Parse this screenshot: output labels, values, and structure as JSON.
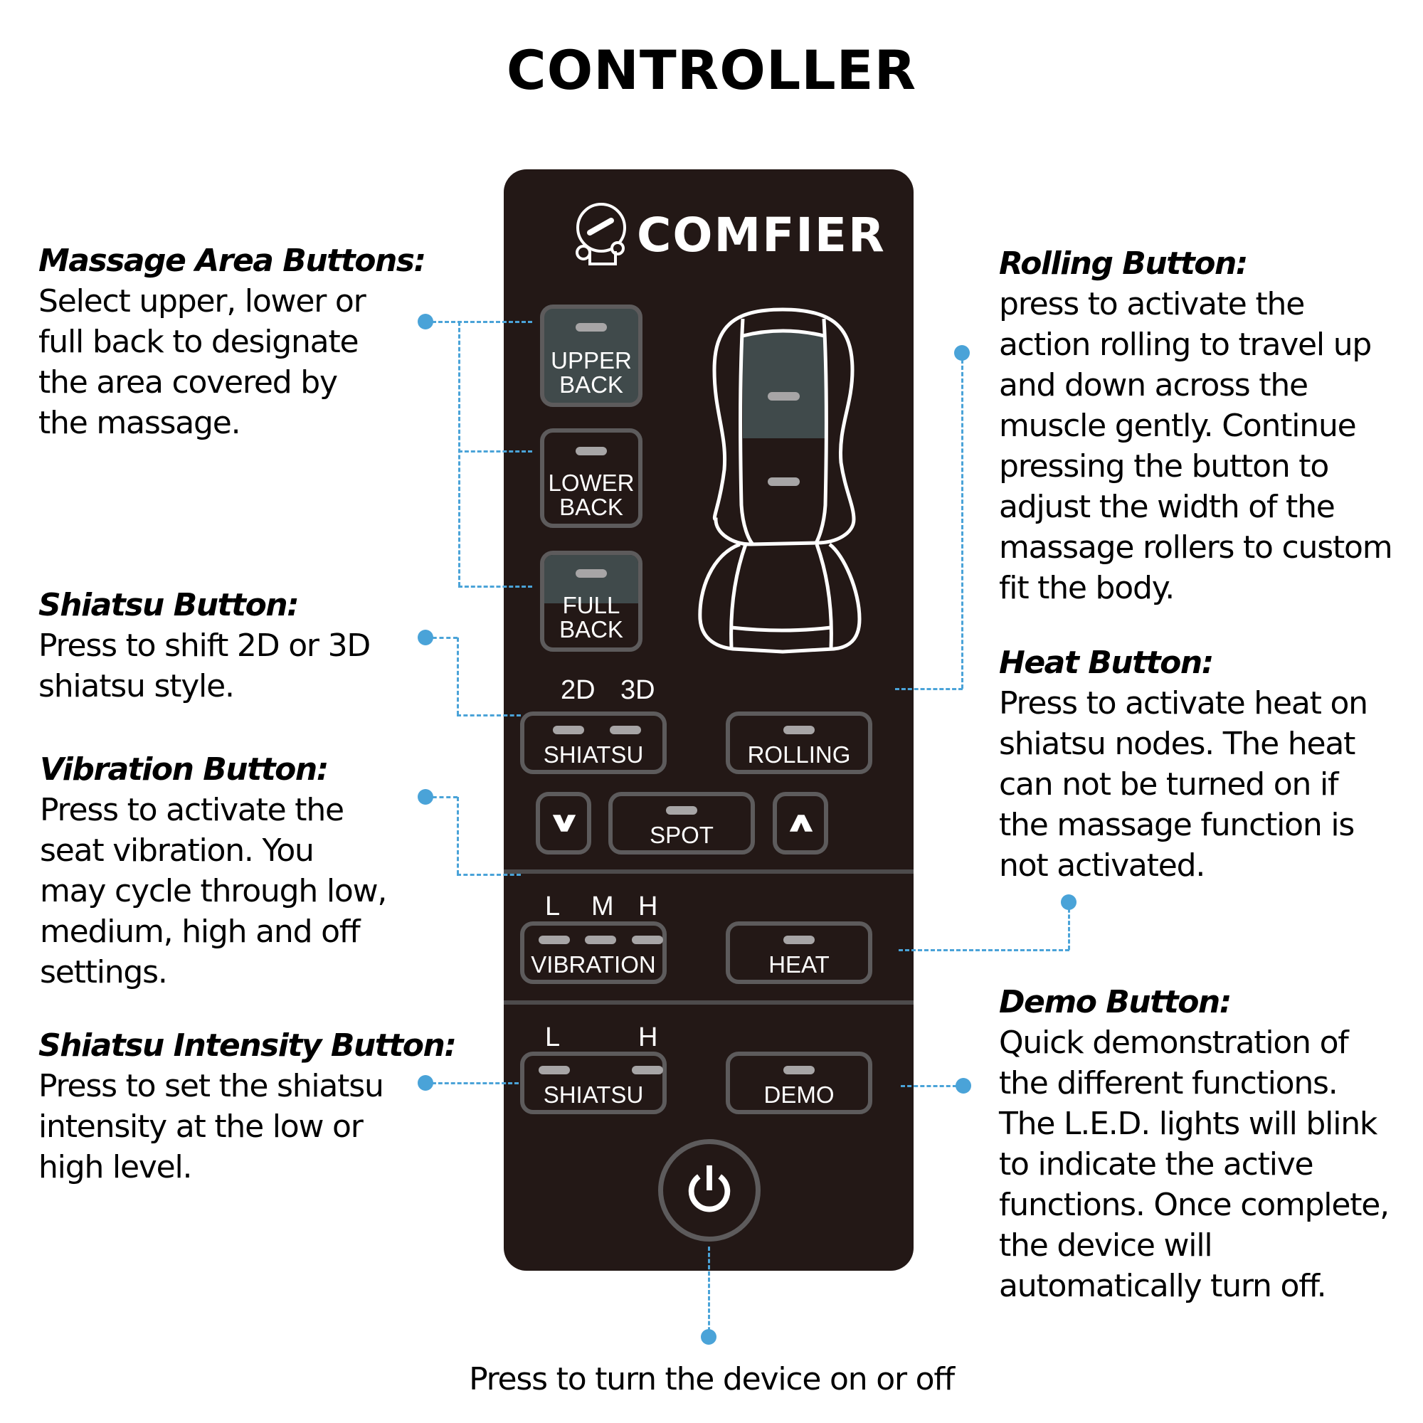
{
  "title": "CONTROLLER",
  "brand": {
    "name": "COMFIER",
    "icon": "mascot-face-icon"
  },
  "left_descriptions": [
    {
      "heading": "Massage Area Buttons:",
      "lines": [
        "Select upper, lower or",
        "full back to designate",
        "the area covered by",
        "the massage."
      ]
    },
    {
      "heading": "Shiatsu Button:",
      "lines": [
        "Press to shift 2D or 3D",
        "shiatsu style."
      ]
    },
    {
      "heading": "Vibration Button:",
      "lines": [
        "Press to activate the",
        "seat vibration. You",
        "may cycle through low,",
        "medium, high and off",
        "settings."
      ]
    },
    {
      "heading": "Shiatsu Intensity Button:",
      "lines": [
        "Press to set the shiatsu",
        "intensity at the low or",
        "high level."
      ]
    }
  ],
  "right_descriptions": [
    {
      "heading": "Rolling Button:",
      "lines": [
        "press to activate the",
        "action rolling to travel up",
        "and down across the",
        "muscle gently. Continue",
        "pressing the button to",
        "adjust the width of the",
        "massage rollers to custom",
        "fit the body."
      ]
    },
    {
      "heading": "Heat Button:",
      "lines": [
        "Press to activate heat on",
        "shiatsu nodes. The heat",
        "can not be turned on if",
        "the massage function is",
        "not activated."
      ]
    },
    {
      "heading": "Demo Button:",
      "lines": [
        "Quick demonstration of",
        "the different functions.",
        "The L.E.D. lights will blink",
        "to indicate the active",
        "functions. Once complete,",
        "the device will",
        "automatically turn off."
      ]
    }
  ],
  "footer": "Press to turn the device on or off",
  "controller": {
    "area_buttons": [
      {
        "line1": "UPPER",
        "line2": "BACK",
        "state": "active"
      },
      {
        "line1": "LOWER",
        "line2": "BACK",
        "state": "inactive"
      },
      {
        "line1": "FULL",
        "line2": "BACK",
        "state": "half"
      }
    ],
    "shiatsu_modes": [
      "2D",
      "3D"
    ],
    "shiatsu_label": "SHIATSU",
    "rolling_label": "ROLLING",
    "spot_label": "SPOT",
    "down_icon": "chevron-down-icon",
    "up_icon": "chevron-up-icon",
    "vibration_levels": [
      "L",
      "M",
      "H"
    ],
    "vibration_label": "VIBRATION",
    "heat_label": "HEAT",
    "intensity_levels": [
      "L",
      "H"
    ],
    "intensity_label": "SHIATSU",
    "demo_label": "DEMO",
    "power_icon": "power-icon"
  },
  "colors": {
    "panel": "#231816",
    "button_border": "#5d5b5c",
    "active_fill": "#404a4b",
    "led": "#a7a5a6",
    "callout": "#4aa3d8"
  }
}
